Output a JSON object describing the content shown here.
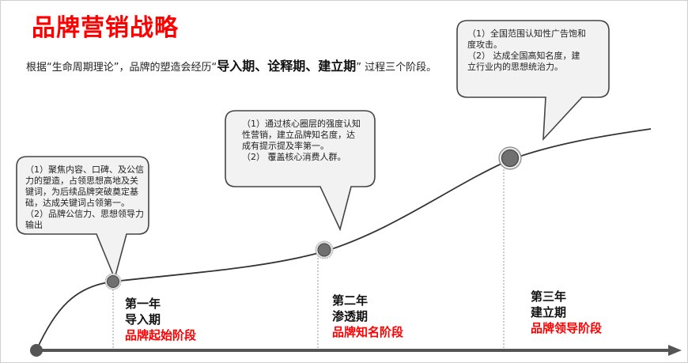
{
  "title": "品牌营销战略",
  "intro": {
    "prefix": "根据“生命周期理论”，品牌的塑造会经历",
    "open_quote": "“",
    "phases": "导入期、诠释期、建立期",
    "close_quote": "”",
    "suffix": " 过程三个阶段。"
  },
  "callouts": [
    {
      "lines": [
        "（1）聚焦内容、口碑、及公信",
        "力的塑造，占领思想高地及关",
        "键词，为后续品牌突破奠定基",
        "础，达成关键词占领第一。",
        "（2）品牌公信力、思想领导力",
        "输出"
      ]
    },
    {
      "lines": [
        "（1）通过核心圈层的强度认知",
        "性营销，建立品牌知名度，达",
        "成有提示提及率第一。",
        "（2） 覆盖核心消费人群。"
      ]
    },
    {
      "lines": [
        "（1）全国范围认知性广告饱和",
        "度攻击。",
        "（2） 达成全国高知名度，建",
        "立行业内的思想统治力。"
      ]
    }
  ],
  "stages": [
    {
      "year": "第一年",
      "period": "导入期",
      "phase": "品牌起始阶段"
    },
    {
      "year": "第二年",
      "period": "渗透期",
      "phase": "品牌知名阶段"
    },
    {
      "year": "第三年",
      "period": "建立期",
      "phase": "品牌领导阶段"
    }
  ],
  "colors": {
    "accent_red": "#ff0000",
    "callout_fill": "#f2f2f2",
    "callout_stroke": "#444444",
    "node_fill": "#707070",
    "axis": "#555555"
  }
}
